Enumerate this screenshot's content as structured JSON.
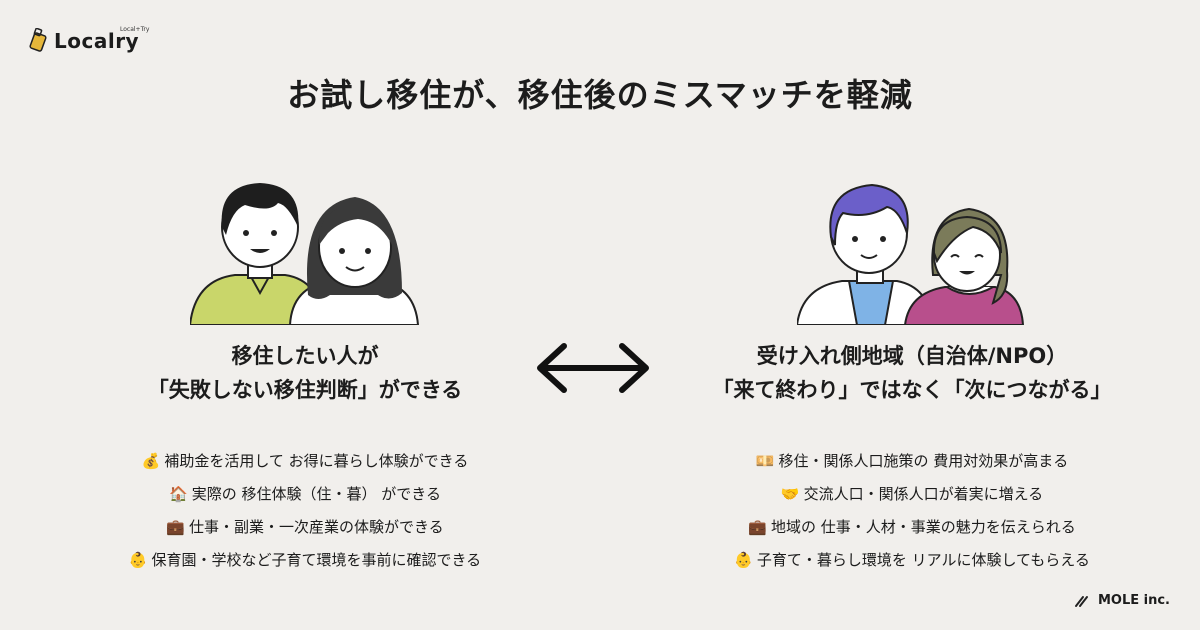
{
  "brand": {
    "name": "Localry",
    "tagline": "Local+Try"
  },
  "title": "お試し移住が、移住後のミスマッチを軽減",
  "left": {
    "heading_line1": "移住したい人が",
    "heading_line2": "「失敗しない移住判断」ができる",
    "items": [
      {
        "icon": "money-bag-icon",
        "glyph": "💰",
        "text": "補助金を活用して お得に暮らし体験ができる"
      },
      {
        "icon": "house-icon",
        "glyph": "🏠",
        "text": "実際の 移住体験（住・暮） ができる"
      },
      {
        "icon": "briefcase-icon",
        "glyph": "💼",
        "text": "仕事・副業・一次産業の体験ができる"
      },
      {
        "icon": "child-icon",
        "glyph": "👶",
        "text": "保育園・学校など子育て環境を事前に確認できる"
      }
    ]
  },
  "right": {
    "heading_line1": "受け入れ側地域（自治体/NPO）",
    "heading_line2": "「来て終わり」ではなく「次につながる」",
    "items": [
      {
        "icon": "money-icon",
        "glyph": "💴",
        "text": "移住・関係人口施策の 費用対効果が高まる"
      },
      {
        "icon": "handshake-icon",
        "glyph": "🤝",
        "text": "交流人口・関係人口が着実に増える"
      },
      {
        "icon": "briefcase-icon",
        "glyph": "💼",
        "text": "地域の 仕事・人材・事業の魅力を伝えられる"
      },
      {
        "icon": "child-icon",
        "glyph": "👶",
        "text": "子育て・暮らし環境を リアルに体験してもらえる"
      }
    ]
  },
  "footer": {
    "company": "MOLE inc."
  },
  "colors": {
    "background": "#f1efec",
    "left_man_shirt": "#c9d66a",
    "right_man_hair": "#6b5fc9",
    "right_man_shirt": "#7fb3e6",
    "right_woman_hair": "#7b7b5a",
    "right_woman_shirt": "#b84f8c"
  }
}
